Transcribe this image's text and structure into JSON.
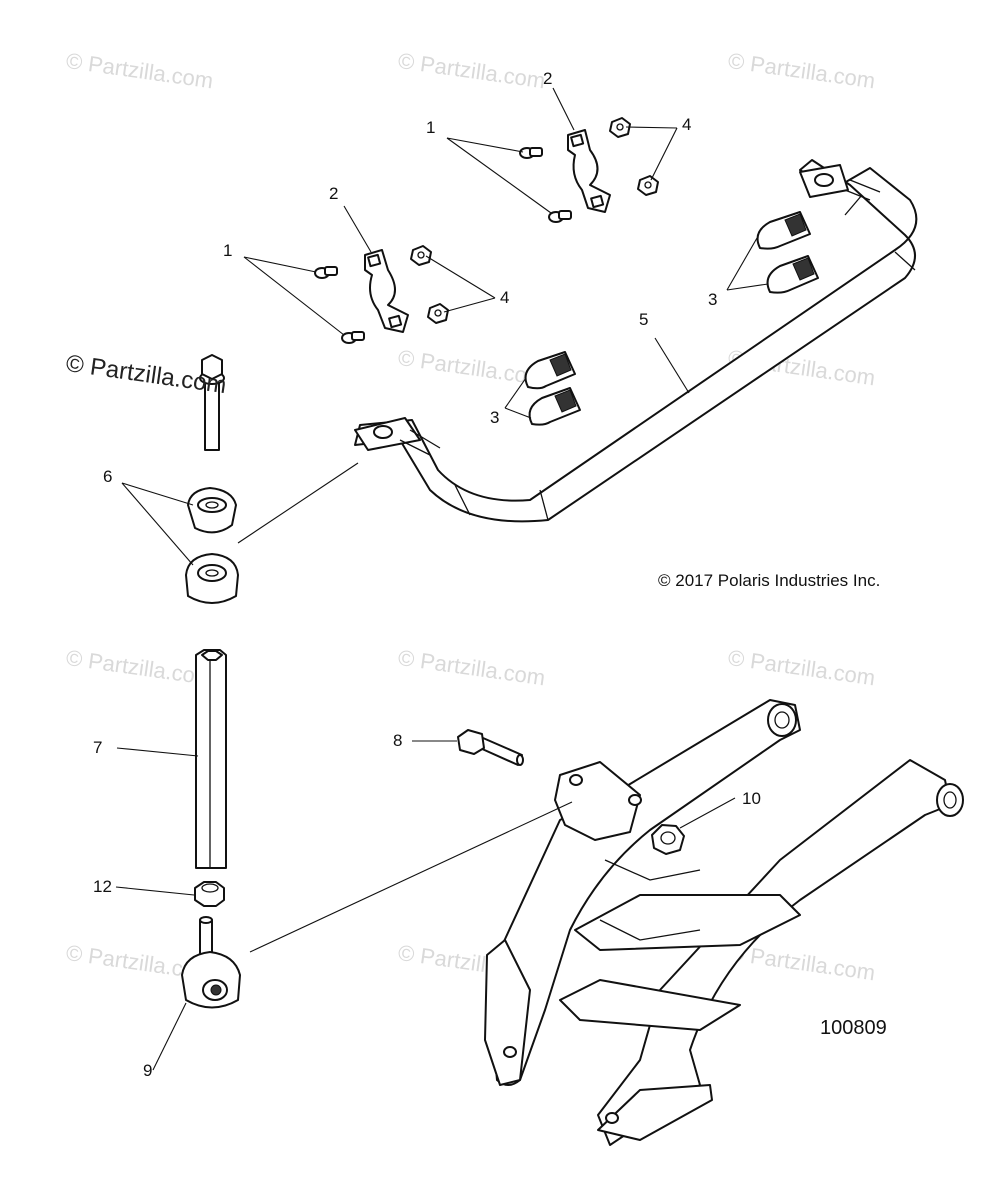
{
  "watermark": {
    "text": "Partzilla.com",
    "symbol": "©"
  },
  "copyright": "© 2017 Polaris Industries Inc.",
  "diagram_number": "100809",
  "callouts": {
    "c1a": "1",
    "c1b": "1",
    "c2a": "2",
    "c2b": "2",
    "c3a": "3",
    "c3b": "3",
    "c4a": "4",
    "c4b": "4",
    "c5": "5",
    "c6": "6",
    "c7": "7",
    "c8": "8",
    "c9": "9",
    "c10": "10",
    "c12": "12"
  }
}
